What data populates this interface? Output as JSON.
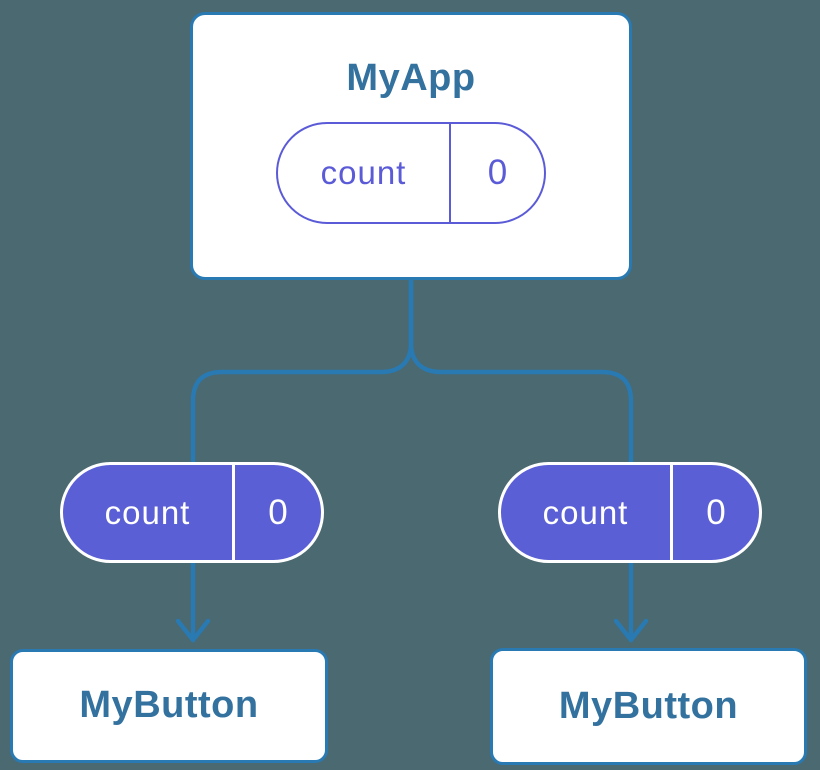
{
  "diagram": {
    "description": "Component tree with state lifted to parent and passed down as props",
    "colors": {
      "background": "#4B6970",
      "line_blue": "#2979B2",
      "box_border_blue": "#2979B2",
      "title_text_blue": "#33719F",
      "pill_purple": "#5A5FD6",
      "pill_outline_purple": "#5B5BD8",
      "box_fill": "#FFFFFF"
    },
    "tree": {
      "root": {
        "title": "MyApp",
        "state": {
          "label": "count",
          "value": "0"
        }
      },
      "children": [
        {
          "title": "MyButton",
          "prop": {
            "label": "count",
            "value": "0"
          }
        },
        {
          "title": "MyButton",
          "prop": {
            "label": "count",
            "value": "0"
          }
        }
      ]
    }
  }
}
